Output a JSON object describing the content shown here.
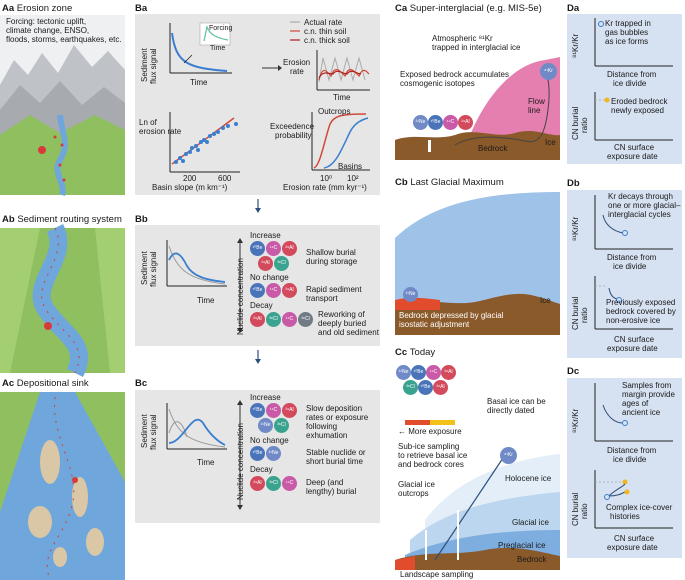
{
  "col_a": {
    "aa": {
      "label": "Aa",
      "title": "Erosion zone",
      "forcing": [
        "Forcing: tectonic uplift,",
        "climate change, ENSO,",
        "floods, storms, earthquakes, etc."
      ]
    },
    "ab": {
      "label": "Ab",
      "title": "Sediment routing system"
    },
    "ac": {
      "label": "Ac",
      "title": "Depositional sink"
    }
  },
  "col_b": {
    "ba": {
      "label": "Ba",
      "flux_ylabel": [
        "Sediment",
        "flux signal"
      ],
      "time": "Time",
      "forcing": "Forcing",
      "legend": [
        "Actual rate",
        "c.n. thin soil",
        "c.n. thick soil"
      ],
      "erosion_ylabel": [
        "Erosion",
        "rate"
      ],
      "ln_ylabel": [
        "Ln of",
        "erosion rate"
      ],
      "scatter_xlabel": "Basin slope (m km⁻¹)",
      "scatter_ticks": [
        "200",
        "600"
      ],
      "exc_ylabel": [
        "Exceedence",
        "probability"
      ],
      "outcrops": "Outcrops",
      "basins": "Basins",
      "exc_xlabel": "Erosion rate (mm kyr⁻¹)",
      "exc_ticks": [
        "10⁰",
        "10²"
      ]
    },
    "bb": {
      "label": "Bb",
      "flux_ylabel": [
        "Sediment",
        "flux signal"
      ],
      "time": "Time",
      "nuc_axis": "Nuclide concentration",
      "increase": "Increase",
      "nochange": "No change",
      "decay": "Decay",
      "desc1": [
        "Shallow burial",
        "during storage"
      ],
      "desc2": [
        "Rapid sediment",
        "transport"
      ],
      "desc3": [
        "Reworking of",
        "deeply buried",
        "and old sediment"
      ]
    },
    "bc": {
      "label": "Bc",
      "flux_ylabel": [
        "Sediment",
        "flux signal"
      ],
      "time": "Time",
      "nuc_axis": "Nuclide concentration",
      "increase": "Increase",
      "nochange": "No change",
      "decay": "Decay",
      "desc1": [
        "Slow deposition",
        "rates or exposure",
        "following",
        "exhumation"
      ],
      "desc2": [
        "Stable nuclide or",
        "short burial time"
      ],
      "desc3": [
        "Deep (and",
        "lengthy) burial"
      ]
    },
    "nuclides": {
      "be": "¹⁰Be",
      "al": "²⁶Al",
      "cl": "³⁶Cl",
      "c": "¹⁴C",
      "ne": "²¹Ne",
      "cl2": "³⁶Cl"
    }
  },
  "col_c": {
    "ca": {
      "label": "Ca",
      "title": "Super-interglacial (e.g. MIS-5e)",
      "atm": [
        "Atmospheric ⁸¹Kr",
        "trapped in interglacial ice"
      ],
      "exposed": [
        "Exposed bedrock accumulates",
        "cosmogenic isotopes"
      ],
      "flow": [
        "Flow",
        "line"
      ],
      "ice": "Ice",
      "bedrock": "Bedrock",
      "kr": "⁸¹Kr"
    },
    "cb": {
      "label": "Cb",
      "title": "Last Glacial Maximum",
      "ice": "Ice",
      "depressed": [
        "Bedrock depressed by glacial",
        "isostatic adjustment"
      ]
    },
    "cc": {
      "label": "Cc",
      "title": "Today",
      "more": "More exposure",
      "subice": [
        "Sub-ice sampling",
        "to retrieve basal ice",
        "and bedrock cores"
      ],
      "basal": [
        "Basal ice can be",
        "directly dated"
      ],
      "outcrops": [
        "Glacial ice",
        "outcrops"
      ],
      "holocene": "Holocene ice",
      "glacial": "Glacial ice",
      "preglacial": "Preglacial ice",
      "bedrock": "Bedrock",
      "landscape": "Landscape sampling"
    }
  },
  "col_d": {
    "da": {
      "label": "Da",
      "kr_ylabel": "⁸¹Kr/Kr",
      "note": [
        "Kr trapped in",
        "gas bubbles",
        "as ice forms"
      ],
      "dist": [
        "Distance from",
        "ice divide"
      ],
      "cn_ylabel": [
        "CN burial",
        "ratio"
      ],
      "note2": [
        "Eroded bedrock",
        "newly exposed"
      ],
      "cn_xlabel": [
        "CN surface",
        "exposure date"
      ]
    },
    "db": {
      "label": "Db",
      "kr_ylabel": "⁸¹Kr/Kr",
      "note": [
        "Kr decays through",
        "one or more glacial–",
        "interglacial cycles"
      ],
      "dist": [
        "Distance from",
        "ice divide"
      ],
      "cn_ylabel": [
        "CN burial",
        "ratio"
      ],
      "note2": [
        "Previously exposed",
        "bedrock covered by",
        "non-erosive ice"
      ],
      "cn_xlabel": [
        "CN surface",
        "exposure date"
      ]
    },
    "dc": {
      "label": "Dc",
      "kr_ylabel": "⁸¹Kr/Kr",
      "note": [
        "Samples from",
        "margin provide",
        "ages of",
        "ancient ice"
      ],
      "dist": [
        "Distance from",
        "ice divide"
      ],
      "cn_ylabel": [
        "CN burial",
        "ratio"
      ],
      "note2": [
        "Complex ice-cover",
        "histories"
      ],
      "cn_xlabel": [
        "CN surface",
        "exposure date"
      ]
    }
  },
  "colors": {
    "gray_panel": "#e6e6e6",
    "blue_panel": "#d6e1f1",
    "ice": "#9ec2e8",
    "bedrock": "#8a5a2b",
    "pink": "#e57fb0",
    "river": "#6fa7dc"
  }
}
